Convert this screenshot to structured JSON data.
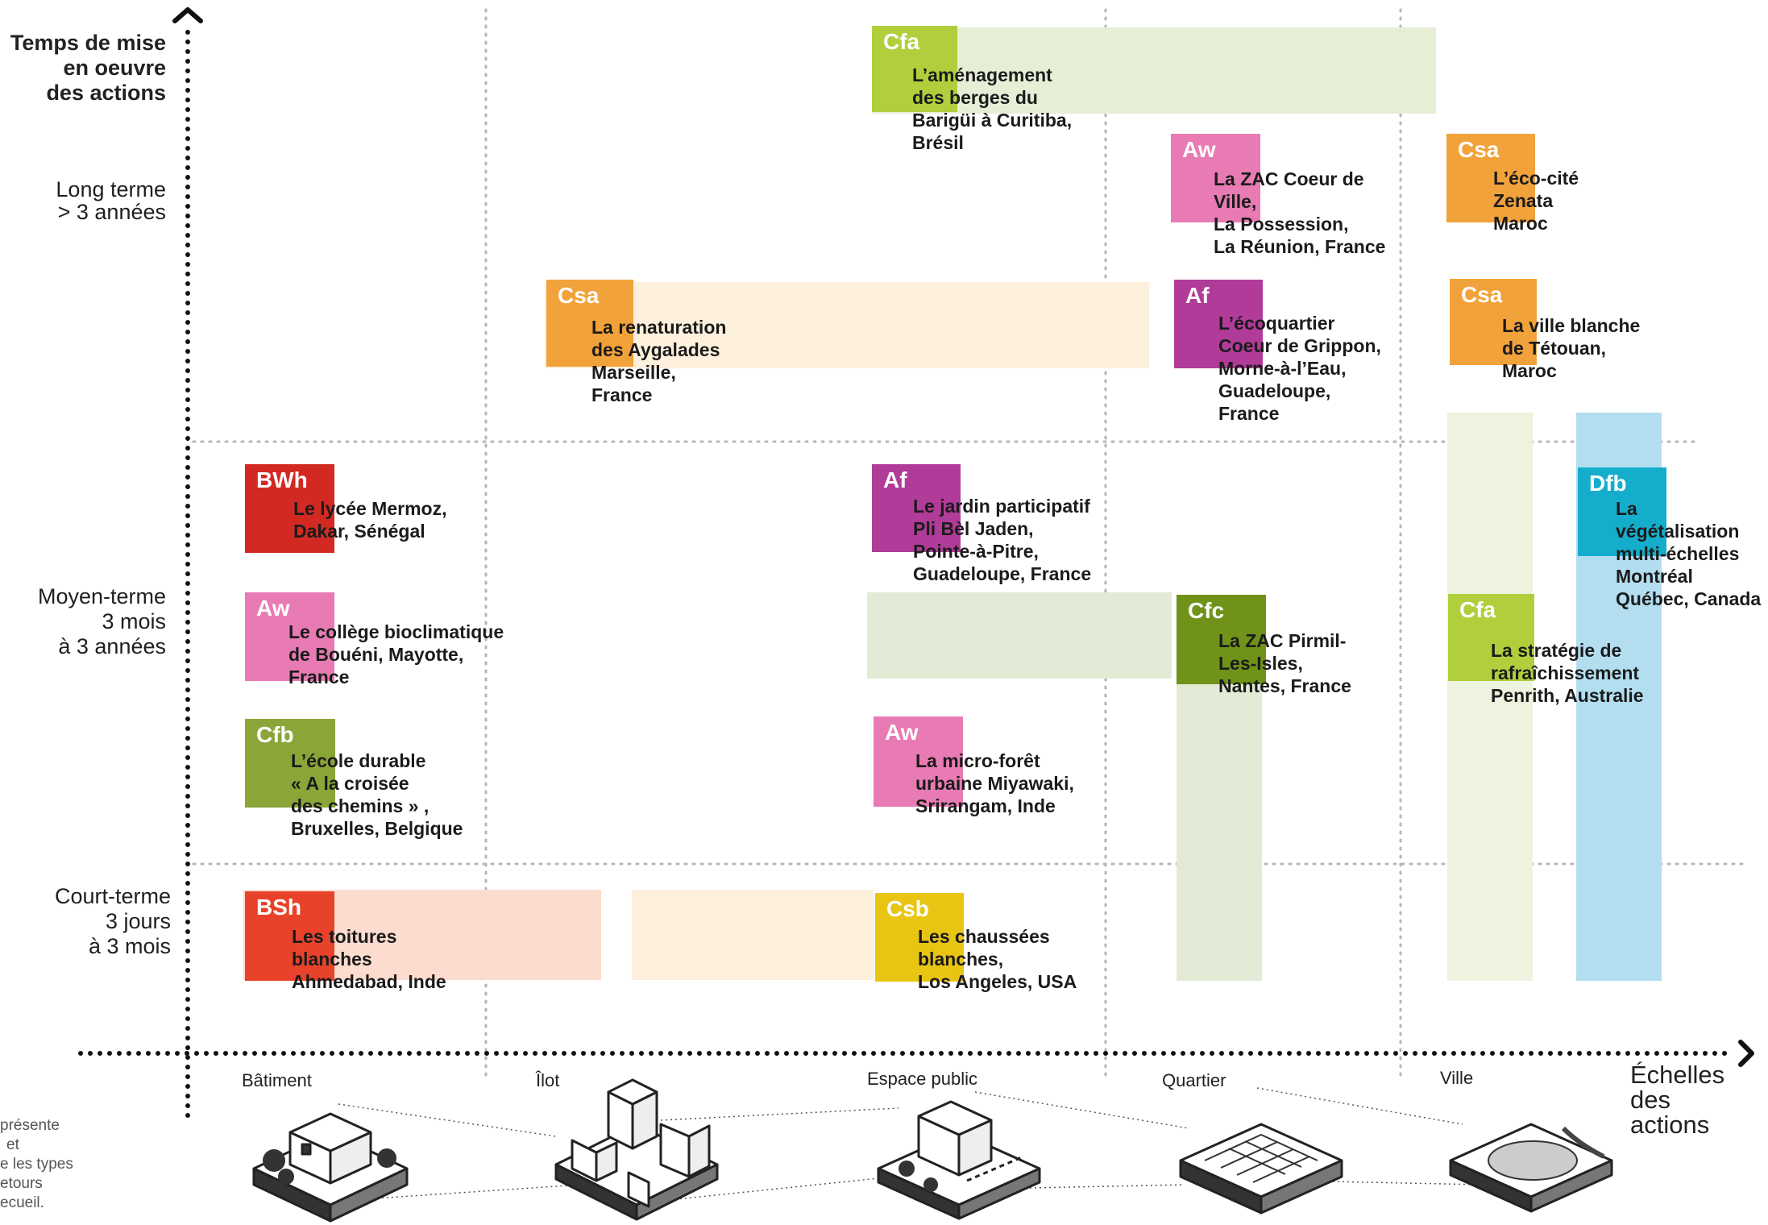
{
  "y_axis": {
    "title": [
      "Temps de mise",
      "en oeuvre",
      "des actions"
    ],
    "levels": [
      {
        "name": "Long terme",
        "detail": [
          "> 3 années"
        ]
      },
      {
        "name": "Moyen-terme",
        "detail": [
          "3 mois",
          "à 3 années"
        ]
      },
      {
        "name": "Court-terme",
        "detail": [
          "3 jours",
          "à 3 mois"
        ]
      }
    ]
  },
  "x_axis": {
    "title": [
      "Échelles",
      "des",
      "actions"
    ],
    "scales": [
      "Bâtiment",
      "Îlot",
      "Espace public",
      "Quartier",
      "Ville"
    ]
  },
  "note_lines": [
    "présente",
    "et",
    "e les types",
    "etours",
    "ecueil."
  ],
  "colors": {
    "Cfa": "#b1cf3c",
    "Csa": "#f2a23a",
    "Aw": "#e87bb3",
    "Af": "#b13b98",
    "BWh": "#d22a23",
    "Cfb": "#8aa538",
    "Cfc": "#6f9318",
    "Csb": "#e9c513",
    "Dfb": "#15adcc",
    "BSh": "#e8432a"
  },
  "projects": [
    {
      "code": "Cfa",
      "lines": [
        "L’aménagement",
        "des berges du",
        "Barigüi à Curitiba,",
        "Brésil"
      ]
    },
    {
      "code": "Aw",
      "lines": [
        "La ZAC Coeur de",
        "Ville,",
        "La Possession,",
        "La Réunion, France"
      ]
    },
    {
      "code": "Csa",
      "lines": [
        "L’éco-cité",
        "Zenata",
        "Maroc"
      ]
    },
    {
      "code": "Csa",
      "lines": [
        "La renaturation",
        "des Aygalades",
        "Marseille,",
        "France"
      ]
    },
    {
      "code": "Af",
      "lines": [
        "L’écoquartier",
        "Coeur de Grippon,",
        "Morne-à-l’Eau,",
        "Guadeloupe,",
        "France"
      ]
    },
    {
      "code": "Csa",
      "lines": [
        "La ville blanche",
        "de Tétouan,",
        "Maroc"
      ]
    },
    {
      "code": "BWh",
      "lines": [
        "Le lycée Mermoz,",
        "Dakar, Sénégal"
      ]
    },
    {
      "code": "Af",
      "lines": [
        "Le jardin participatif",
        "Pli Bèl Jaden,",
        "Pointe-à-Pitre,",
        "Guadeloupe, France"
      ]
    },
    {
      "code": "Dfb",
      "lines": [
        "La",
        "végétalisation",
        "multi-échelles",
        "Montréal",
        "Québec, Canada"
      ]
    },
    {
      "code": "Aw",
      "lines": [
        "Le collège bioclimatique",
        "de Bouéni, Mayotte,",
        "France"
      ]
    },
    {
      "code": "Cfc",
      "lines": [
        "La ZAC Pirmil-",
        "Les-Isles,",
        "Nantes, France"
      ]
    },
    {
      "code": "Cfa",
      "lines": [
        "La stratégie de",
        "rafraîchissement",
        "Penrith, Australie"
      ]
    },
    {
      "code": "Cfb",
      "lines": [
        "L’école durable",
        "« A la croisée",
        "des chemins » ,",
        "Bruxelles, Belgique"
      ]
    },
    {
      "code": "Aw",
      "lines": [
        "La micro-forêt",
        "urbaine Miyawaki,",
        "Srirangam, Inde"
      ]
    },
    {
      "code": "BSh",
      "lines": [
        "Les toitures",
        "blanches",
        "Ahmedabad, Inde"
      ]
    },
    {
      "code": "Csb",
      "lines": [
        "Les chaussées",
        "blanches,",
        "Los Angeles, USA"
      ]
    }
  ]
}
